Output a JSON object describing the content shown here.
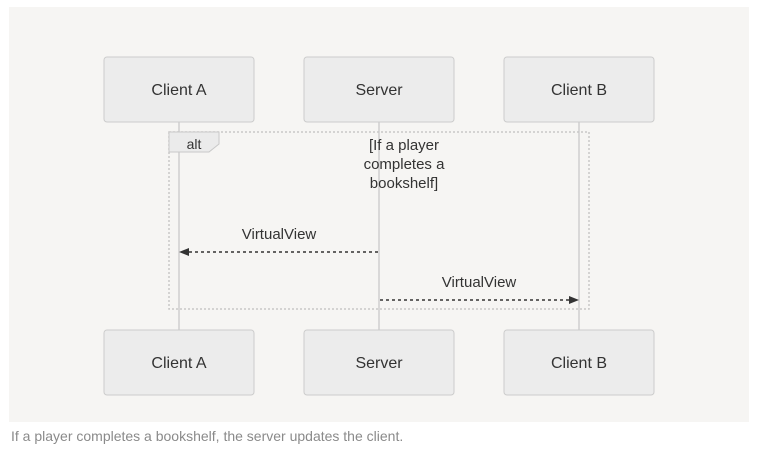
{
  "diagram": {
    "participants": [
      {
        "id": "client_a",
        "label": "Client A"
      },
      {
        "id": "server",
        "label": "Server"
      },
      {
        "id": "client_b",
        "label": "Client B"
      }
    ],
    "fragment": {
      "operator": "alt",
      "condition_lines": [
        "[If a player",
        "completes a",
        "bookshelf]"
      ]
    },
    "messages": [
      {
        "from": "server",
        "to": "client_a",
        "label": "VirtualView",
        "style": "dashed"
      },
      {
        "from": "server",
        "to": "client_b",
        "label": "VirtualView",
        "style": "dashed"
      }
    ]
  },
  "caption": "If a player completes a bookshelf, the server updates the client."
}
